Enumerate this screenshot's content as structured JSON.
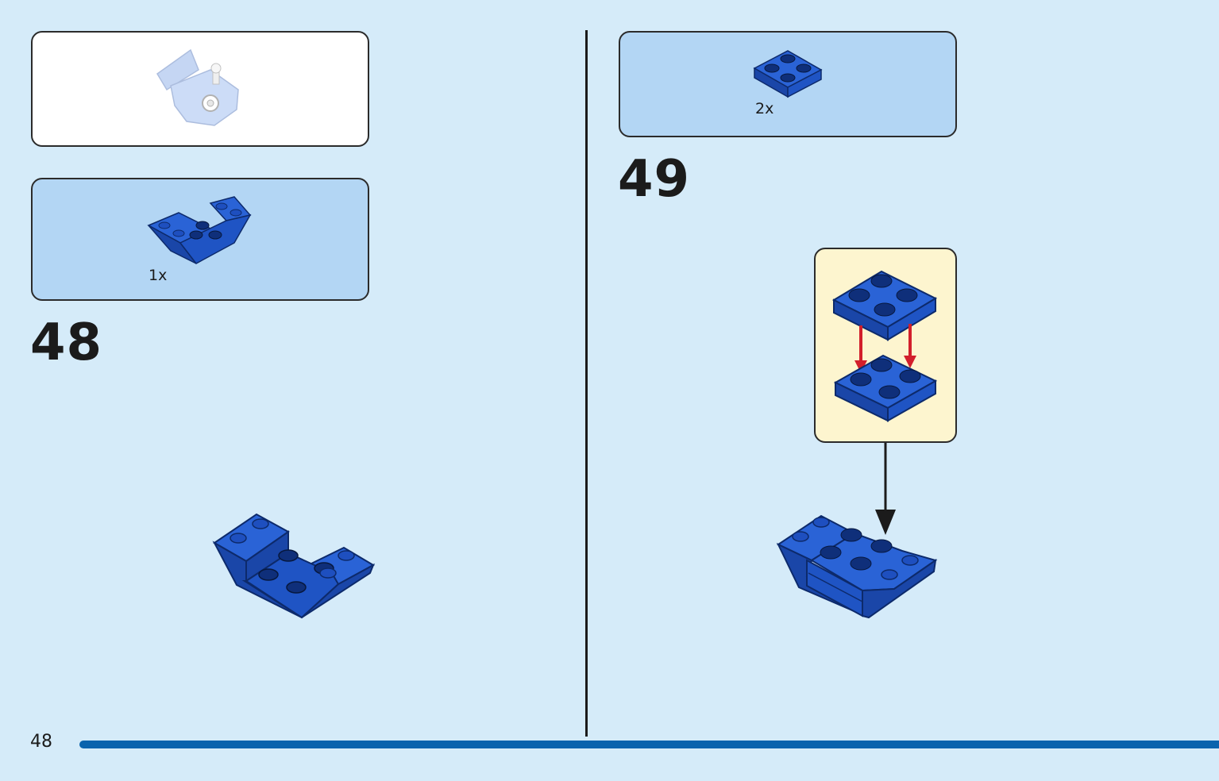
{
  "left_page": {
    "callout_quantity": "1x",
    "step_number": "48"
  },
  "right_page": {
    "callout_quantity": "2x",
    "step_number": "49"
  },
  "footer": {
    "page_number": "48"
  },
  "colors": {
    "background": "#d5ebf9",
    "parts_callout": "#b3d6f4",
    "brick_blue": "#1f54c4",
    "subassembly_callout": "#fdf5cf",
    "arrow_red": "#d21f2b",
    "footer_bar": "#0a63ad"
  }
}
